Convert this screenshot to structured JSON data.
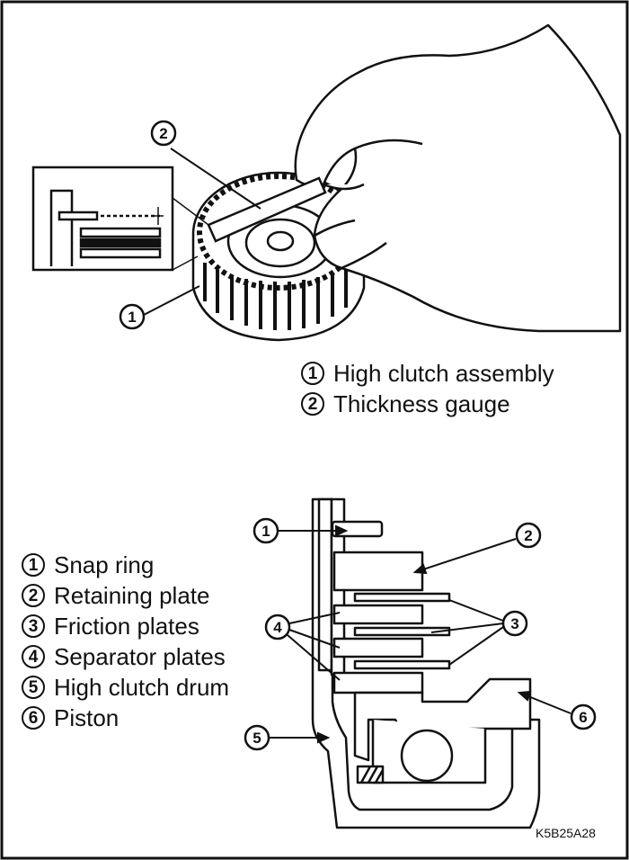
{
  "top_figure": {
    "callouts": [
      {
        "number": "1",
        "label": "High clutch assembly"
      },
      {
        "number": "2",
        "label": "Thickness gauge"
      }
    ]
  },
  "bottom_figure": {
    "callouts": [
      {
        "number": "1",
        "label": "Snap ring"
      },
      {
        "number": "2",
        "label": "Retaining plate"
      },
      {
        "number": "3",
        "label": "Friction plates"
      },
      {
        "number": "4",
        "label": "Separator plates"
      },
      {
        "number": "5",
        "label": "High clutch drum"
      },
      {
        "number": "6",
        "label": "Piston"
      }
    ]
  },
  "figure_code": "K5B25A28",
  "icons": [
    "hand-illustration",
    "clutch-drum-illustration",
    "thickness-gauge-illustration",
    "clutch-cross-section"
  ]
}
